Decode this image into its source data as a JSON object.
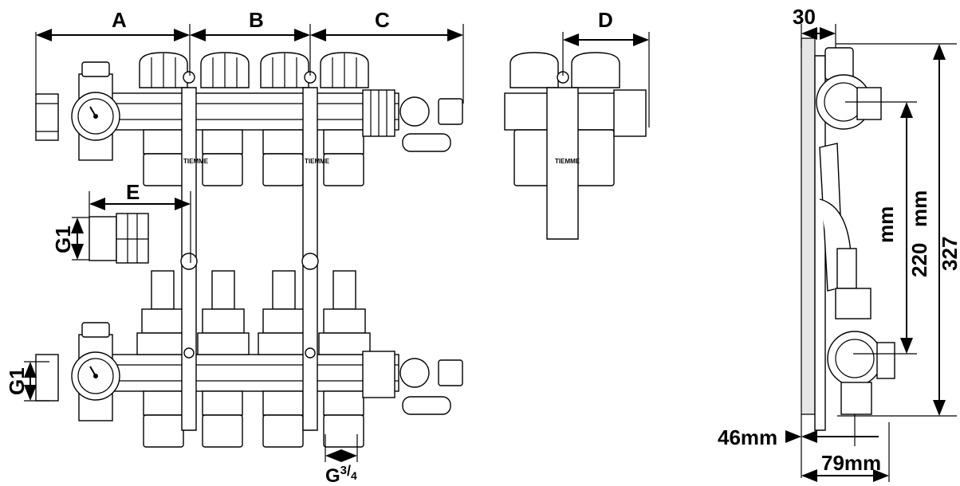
{
  "front_view": {
    "dim_a": "A",
    "dim_b": "B",
    "dim_c": "C",
    "dim_d": "D",
    "dim_e": "E",
    "thread_g1_top": "G1",
    "thread_g1_bottom": "G1",
    "thread_g34_base": "G",
    "thread_g34_sup": "3",
    "thread_g34_sub": "4",
    "brand_mark": "TIEMME"
  },
  "side_view": {
    "dim_30": "30",
    "dim_46": "46mm",
    "dim_79": "79mm",
    "dim_220": "220",
    "dim_220_mm": "mm",
    "dim_327": "327",
    "dim_327_mm": "mm"
  }
}
